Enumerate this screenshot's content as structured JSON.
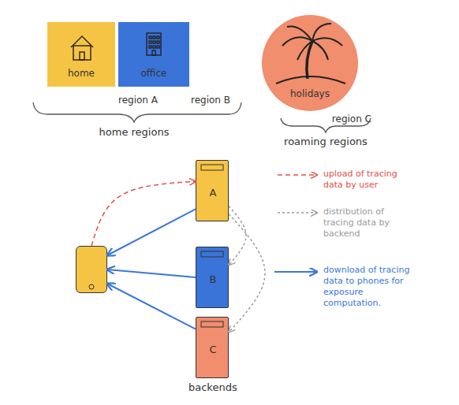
{
  "diagram": {
    "nodes": [
      {
        "text": [
          "home",
          "region A"
        ]
      },
      {
        "text": [
          "office",
          "region B"
        ]
      },
      {
        "text": [
          "holidays",
          "region C"
        ]
      },
      {
        "text": []
      },
      {
        "text": [
          "A"
        ]
      },
      {
        "text": [
          "B"
        ]
      },
      {
        "text": [
          "C"
        ]
      }
    ],
    "edges": [
      {
        "from": 3,
        "to": 4,
        "arrow": "to"
      },
      {
        "from": 4,
        "to": 5,
        "arrow": "to"
      },
      {
        "from": 4,
        "to": 6,
        "arrow": "to"
      },
      {
        "from": 4,
        "to": 3,
        "arrow": "to"
      },
      {
        "from": 5,
        "to": 3,
        "arrow": "to"
      },
      {
        "from": 6,
        "to": 3,
        "arrow": "to"
      }
    ],
    "labels": [
      "home regions",
      "roaming regions",
      "backends"
    ],
    "legend": [
      {
        "text": "upload of tracing data by user"
      },
      {
        "text": "distribution of tracing data by backend"
      },
      {
        "text": "download of tracing data to phones for exposure computation."
      }
    ]
  }
}
